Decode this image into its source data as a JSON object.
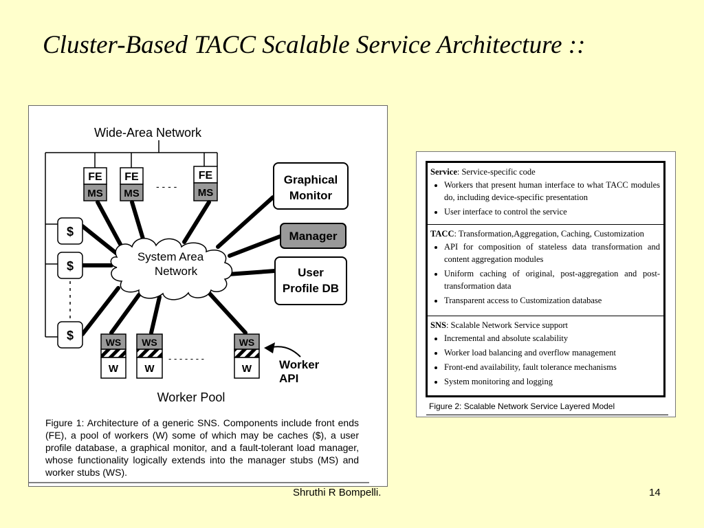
{
  "slide": {
    "title": "Cluster-Based TACC Scalable Service Architecture ::",
    "author": "Shruthi R Bompelli.",
    "page_number": "14"
  },
  "figure1": {
    "wide_area_network": "Wide-Area Network",
    "fe_label": "FE",
    "ms_label": "MS",
    "ellipsis": "- - - -",
    "graphical_monitor_line1": "Graphical",
    "graphical_monitor_line2": "Monitor",
    "manager": "Manager",
    "user_profile_line1": "User",
    "user_profile_line2": "Profile DB",
    "san_line1": "System Area",
    "san_line2": "Network",
    "cache_label": "$",
    "ws_label": "WS",
    "w_label": "W",
    "worker_ellipsis": "- - - - - - -",
    "worker_api_line1": "Worker",
    "worker_api_line2": "API",
    "worker_pool": "Worker Pool",
    "caption": "Figure 1: Architecture of a generic SNS. Components include front ends (FE), a pool of workers (W) some of which may be caches ($), a user profile database, a graphical monitor, and a fault-tolerant load manager, whose functionality logically extends into the manager stubs (MS) and worker stubs (WS)."
  },
  "figure2": {
    "sections": [
      {
        "head_bold": "Service",
        "head_rest": ": Service-specific code",
        "bullets": [
          "Workers that present human interface to what TACC modules do, including device-specific presentation",
          "User interface to control the service"
        ]
      },
      {
        "head_bold": "TACC",
        "head_rest": ": Transformation,Aggregation, Caching, Customization",
        "bullets": [
          "API for composition of stateless data transformation and content aggregation modules",
          "Uniform caching of original, post-aggregation and post-transformation data",
          "Transparent access to Customization database"
        ]
      },
      {
        "head_bold": "SNS",
        "head_rest": ": Scalable Network Service support",
        "bullets": [
          "Incremental and absolute scalability",
          "Worker load balancing and overflow management",
          "Front-end availability, fault tolerance mechanisms",
          "System monitoring and logging"
        ]
      }
    ],
    "caption": "Figure 2: Scalable Network Service Layered Model"
  }
}
